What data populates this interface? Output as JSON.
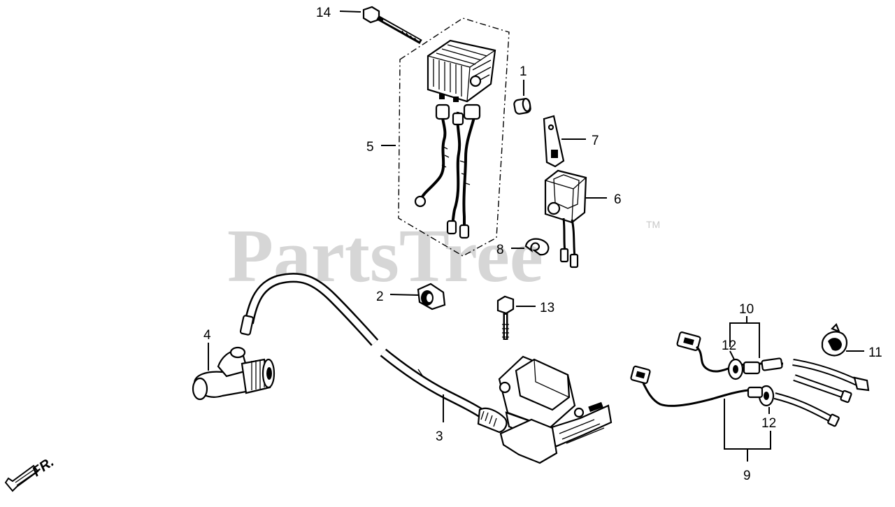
{
  "watermark": {
    "text": "PartsTree",
    "trademark": "TM"
  },
  "direction": {
    "label": "FR."
  },
  "callouts": {
    "c1": "1",
    "c2": "2",
    "c3": "3",
    "c4": "4",
    "c5": "5",
    "c6": "6",
    "c7": "7",
    "c8": "8",
    "c9": "9",
    "c10": "10",
    "c11": "11",
    "c12a": "12",
    "c12b": "12",
    "c13": "13",
    "c14": "14"
  }
}
